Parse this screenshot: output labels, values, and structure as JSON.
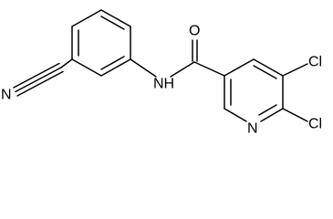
{
  "molecule": {
    "atoms": {
      "nitrile_n": "N",
      "amide_o": "O",
      "amide_nh": "NH",
      "pyridine_n": "N",
      "cl_upper": "Cl",
      "cl_lower": "Cl"
    }
  }
}
